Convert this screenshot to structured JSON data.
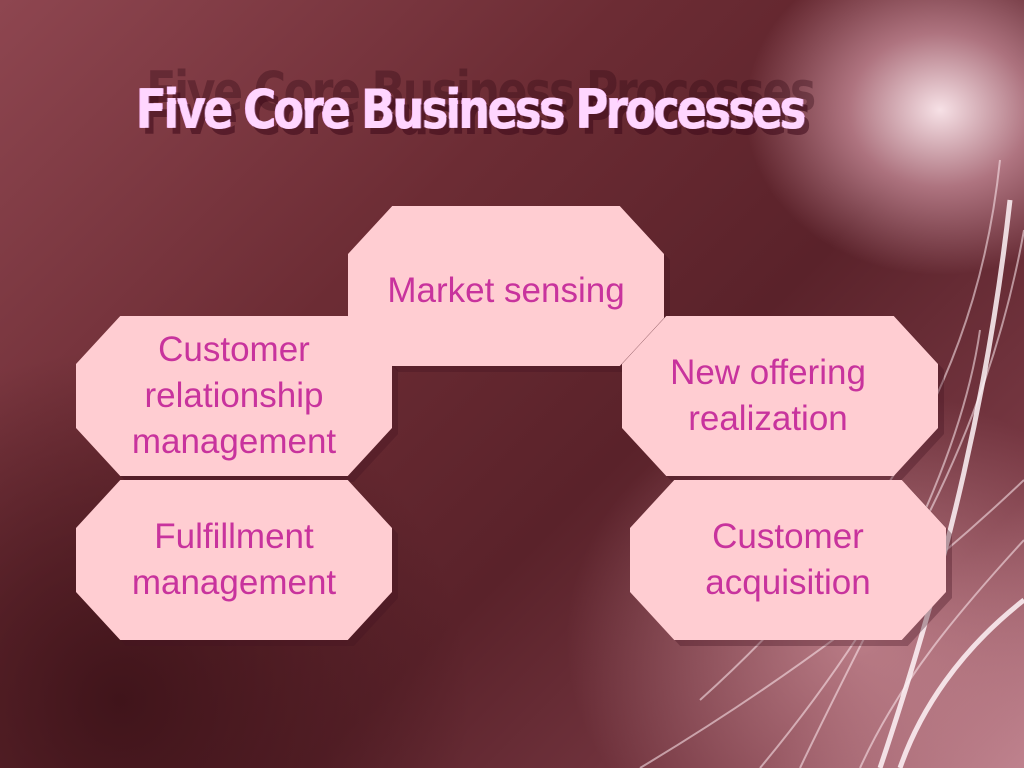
{
  "slide": {
    "title": "Five Core Business Processes"
  },
  "diagram": {
    "nodes": [
      {
        "id": "market-sensing",
        "label": "Market sensing"
      },
      {
        "id": "customer-relationship-management",
        "label": "Customer\nrelationship\nmanagement"
      },
      {
        "id": "new-offering-realization",
        "label": "New offering\nrealization"
      },
      {
        "id": "fulfillment-management",
        "label": "Fulfillment\nmanagement"
      },
      {
        "id": "customer-acquisition",
        "label": "Customer\nacquisition"
      }
    ]
  },
  "colors": {
    "node_fill": "#ffcdd2",
    "node_text": "#c8339d",
    "title_text": "#ffd6ff"
  }
}
